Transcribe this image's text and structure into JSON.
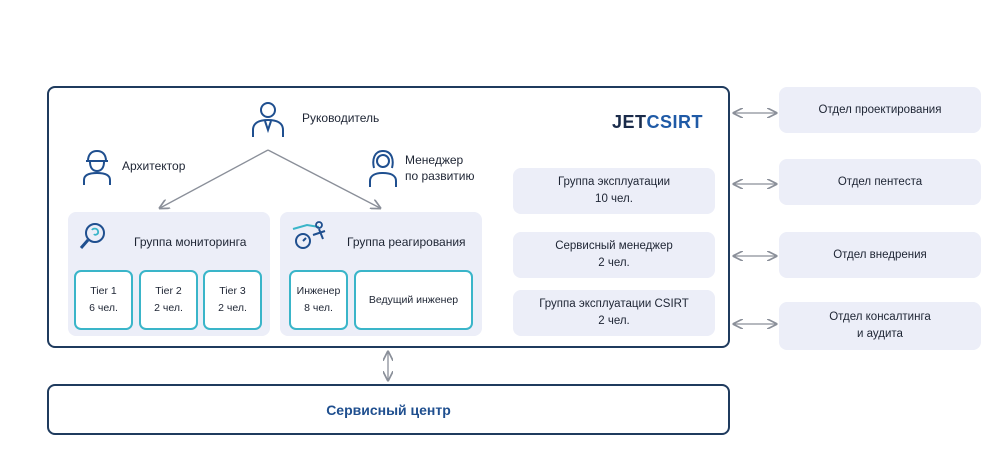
{
  "logo": {
    "jet": "JET",
    "csirt": "CSIRT"
  },
  "leader": {
    "label": "Руководитель",
    "icon": "manager-icon"
  },
  "architect": {
    "label": "Архитектор",
    "icon": "hard-hat-icon"
  },
  "dev_manager": {
    "line1": "Менеджер",
    "line2": "по развитию",
    "icon": "woman-icon"
  },
  "monitoring": {
    "title": "Группа мониторинга",
    "icon": "magnifier-icon",
    "tiers": [
      {
        "name": "Tier 1",
        "count": "6 чел."
      },
      {
        "name": "Tier 2",
        "count": "2 чел."
      },
      {
        "name": "Tier 3",
        "count": "2 чел."
      }
    ]
  },
  "response": {
    "title": "Группа реагирования",
    "icon": "tools-icon",
    "engineer": {
      "name": "Инженер",
      "count": "8 чел."
    },
    "lead_engineer": {
      "name": "Ведущий инженер"
    }
  },
  "side_groups": [
    {
      "line1": "Группа эксплуатации",
      "line2": "10 чел."
    },
    {
      "line1": "Сервисный менеджер",
      "line2": "2 чел."
    },
    {
      "line1": "Группа эксплуатации CSIRT",
      "line2": "2 чел."
    }
  ],
  "departments": [
    {
      "line1": "Отдел проектирования",
      "line2": ""
    },
    {
      "line1": "Отдел пентеста",
      "line2": ""
    },
    {
      "line1": "Отдел внедрения",
      "line2": ""
    },
    {
      "line1": "Отдел консалтинга",
      "line2": "и аудита"
    }
  ],
  "service_center": {
    "label": "Сервисный центр"
  },
  "colors": {
    "frame": "#1f3b5e",
    "accent_teal": "#3ab5c9",
    "panel_bg": "#eceef8",
    "icon_blue": "#1f4f8f",
    "arrow_gray": "#8a8f99"
  }
}
